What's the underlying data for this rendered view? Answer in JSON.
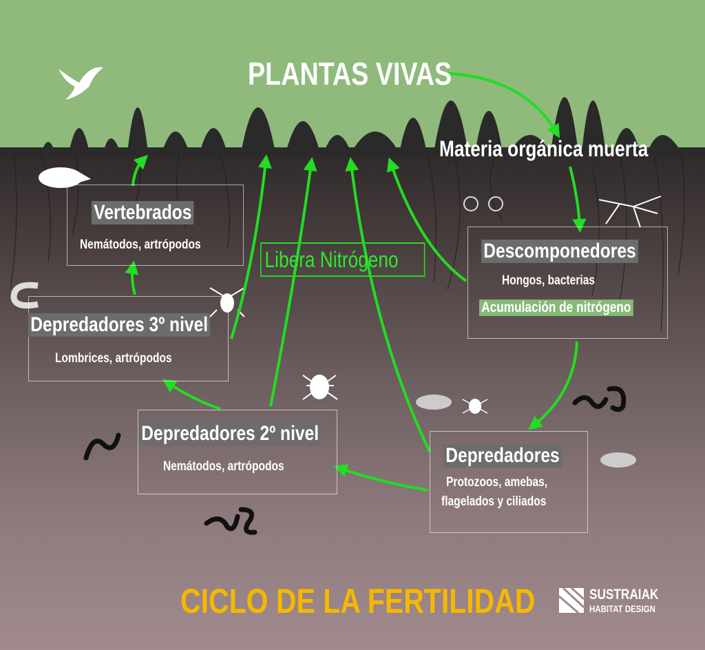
{
  "header": {
    "plants_label": "PLANTAS VIVAS",
    "dead_matter_label": "Materia orgánica muerta"
  },
  "center_label": "Libera Nitrógeno",
  "boxes": {
    "vertebrates": {
      "title": "Vertebrados",
      "subtitle": "Nemátodos, artrópodos"
    },
    "predators3": {
      "title": "Depredadores 3º nivel",
      "subtitle": "Lombrices, artrópodos"
    },
    "predators2": {
      "title": "Depredadores 2º nivel",
      "subtitle": "Nemátodos, artrópodos"
    },
    "predators": {
      "title": "Depredadores",
      "subtitle_line1": "Protozoos, amebas,",
      "subtitle_line2": "flagelados y ciliados"
    },
    "decomposers": {
      "title": "Descomponedores",
      "subtitle": "Hongos, bacterias",
      "highlight": "Acumulación de nitrógeno"
    }
  },
  "footer": {
    "title": "CICLO DE LA FERTILIDAD",
    "logo_name": "SUSTRAIAK",
    "logo_tagline": "HABITAT DESIGN"
  },
  "colors": {
    "sky": "#8fba7c",
    "arrow": "#22dd22",
    "title_yellow": "#f5b800",
    "highlight_green": "#86b877"
  }
}
